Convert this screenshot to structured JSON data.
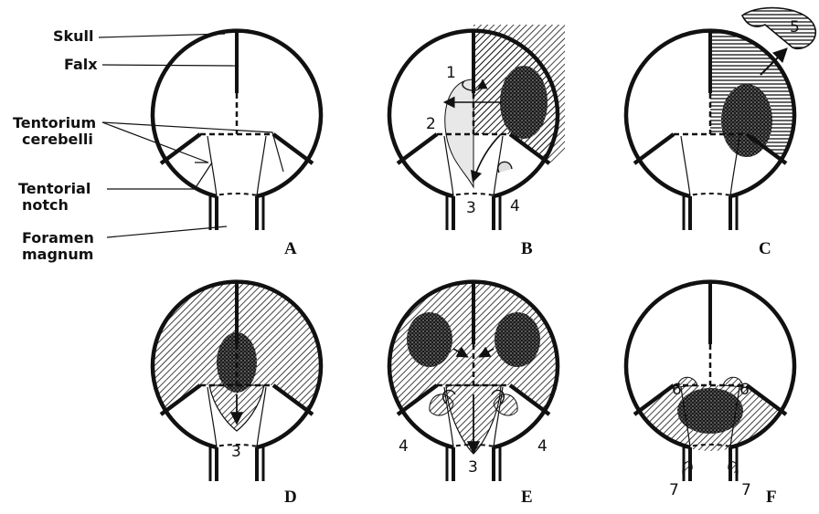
{
  "labels": {
    "skull": "Skull",
    "falx": "Falx",
    "tentorium_line1": "Tentorium",
    "tentorium_line2": "cerebelli",
    "notch_line1": "Tentorial",
    "notch_line2": "notch",
    "foramen_line1": "Foramen",
    "foramen_line2": "magnum"
  },
  "panels": [
    {
      "letter": "A"
    },
    {
      "letter": "B",
      "numbers": [
        "1",
        "2",
        "3",
        "4"
      ]
    },
    {
      "letter": "C",
      "numbers": [
        "5"
      ]
    },
    {
      "letter": "D",
      "numbers": [
        "3"
      ]
    },
    {
      "letter": "E",
      "numbers": [
        "4",
        "4",
        "3"
      ]
    },
    {
      "letter": "F",
      "numbers": [
        "6",
        "6",
        "7",
        "7"
      ]
    }
  ],
  "colors": {
    "ink": "#111111",
    "background": "#ffffff"
  }
}
